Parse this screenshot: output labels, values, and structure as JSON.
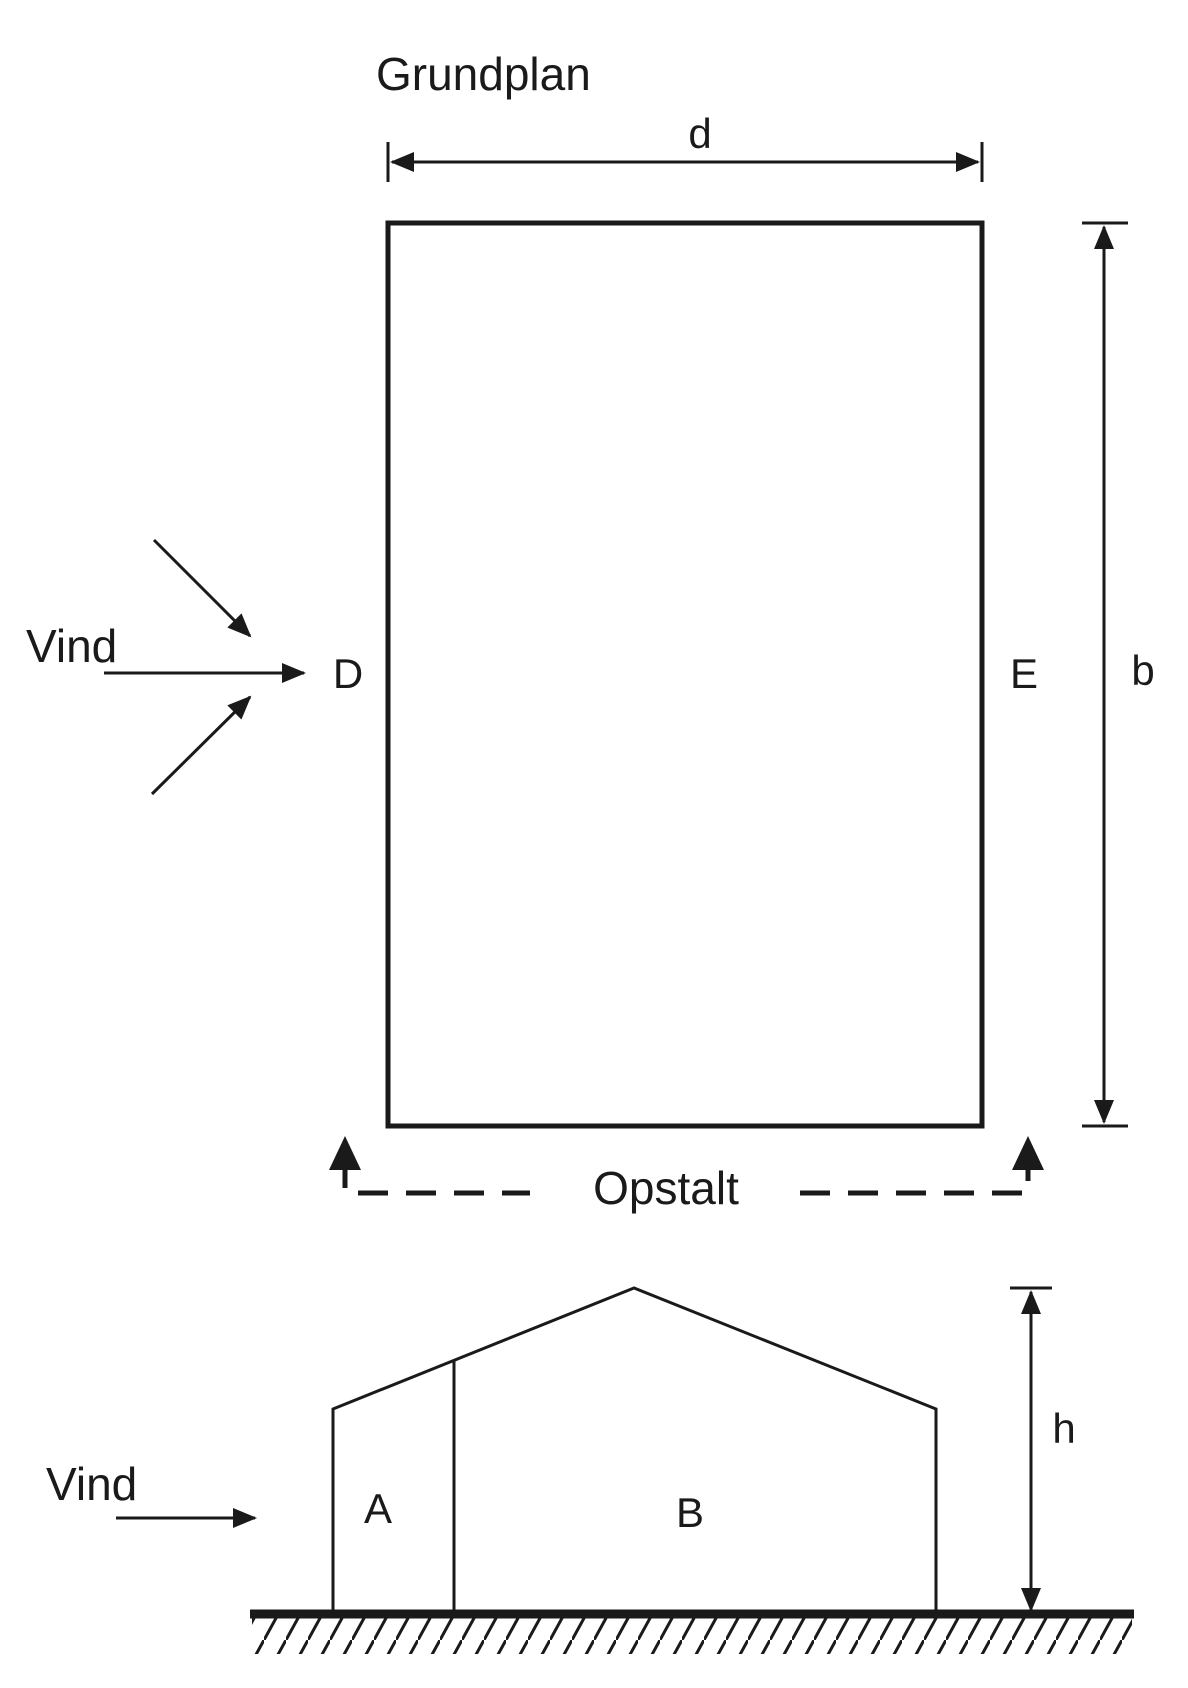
{
  "plan": {
    "title": "Grundplan",
    "dim_width": "d",
    "dim_depth": "b",
    "side_windward": "D",
    "side_leeward": "E",
    "wind_label": "Vind"
  },
  "section_marker": {
    "label": "Opstalt"
  },
  "elevation": {
    "wind_label": "Vind",
    "zone_a": "A",
    "zone_b": "B",
    "dim_height": "h"
  },
  "colors": {
    "ink": "#1a1a1a",
    "background": "#ffffff"
  }
}
